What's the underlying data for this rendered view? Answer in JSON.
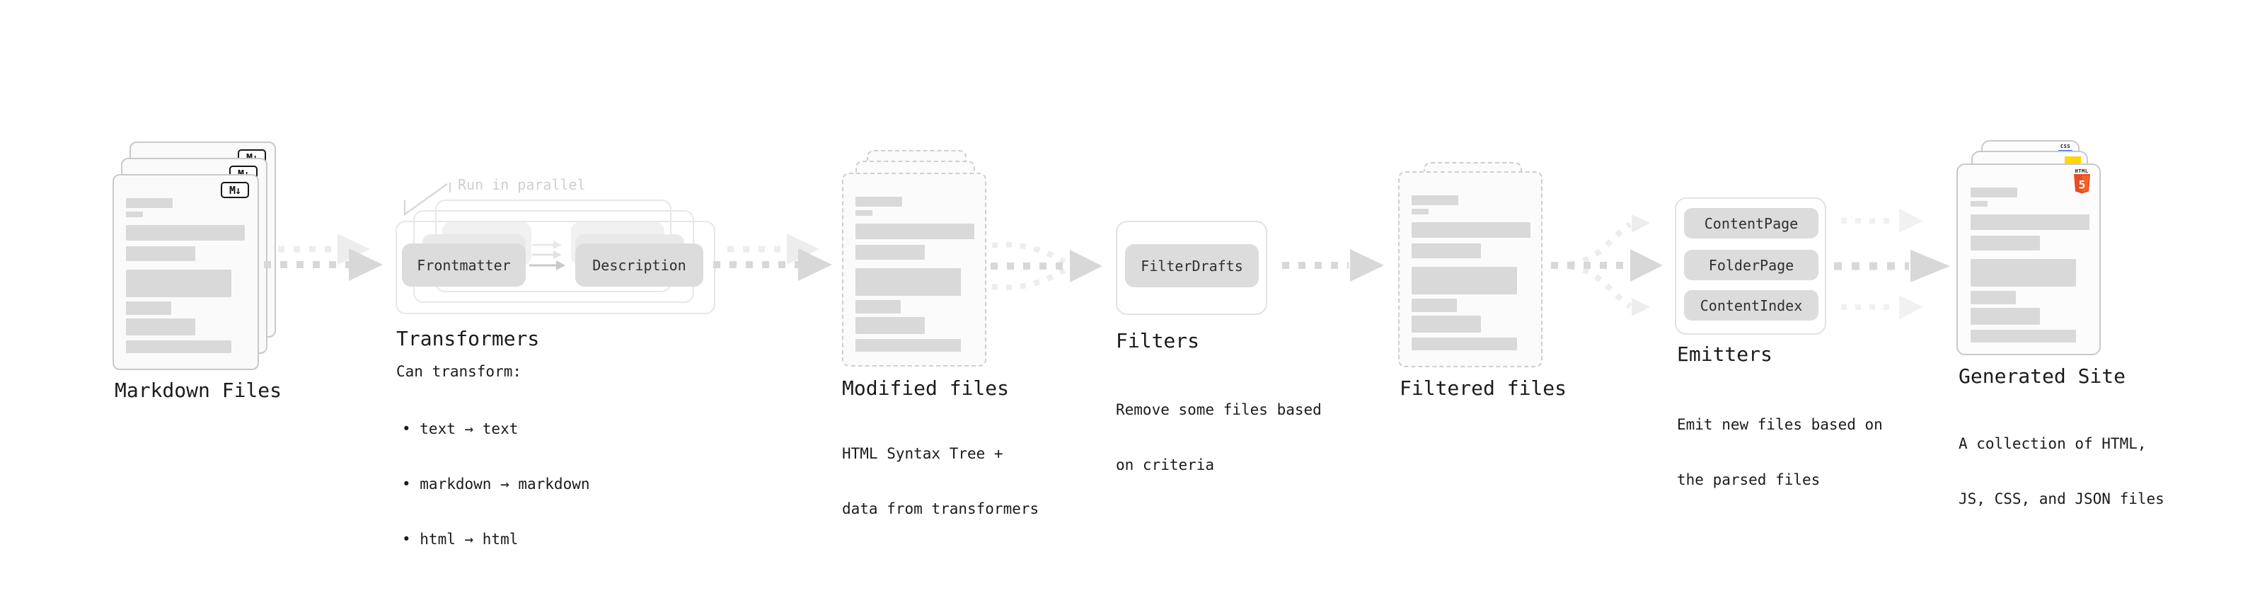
{
  "diagram": {
    "stages": {
      "markdown_files": {
        "label": "Markdown Files",
        "badge": "M↓"
      },
      "transformers": {
        "annotation": "Run in parallel",
        "button_left": "Frontmatter",
        "button_right": "Description",
        "title": "Transformers",
        "subtitle_heading": "Can transform:",
        "bullets": [
          "• text → text",
          "• markdown → markdown",
          "• html → html"
        ]
      },
      "modified_files": {
        "label": "Modified files",
        "sublines": [
          "HTML Syntax Tree +",
          "data from transformers"
        ]
      },
      "filters": {
        "title": "Filters",
        "button": "FilterDrafts",
        "sublines": [
          "Remove some files based",
          "on criteria"
        ]
      },
      "filtered_files": {
        "label": "Filtered files"
      },
      "emitters": {
        "title": "Emitters",
        "buttons": [
          "ContentPage",
          "FolderPage",
          "ContentIndex"
        ],
        "sublines": [
          "Emit new files based on",
          "the parsed files"
        ]
      },
      "generated_site": {
        "label": "Generated Site",
        "sublines": [
          "A collection of HTML,",
          "JS, CSS, and JSON files"
        ],
        "badges": {
          "css_label": "CSS",
          "html_label": "HTML",
          "html5_number": "5"
        }
      }
    },
    "colors": {
      "html5_orange": "#e44d26",
      "html5_orange_light": "#f16529",
      "js_yellow": "#ffd600",
      "css_blue": "#2563eb",
      "arrow_gray": "#d8d8d8"
    }
  }
}
